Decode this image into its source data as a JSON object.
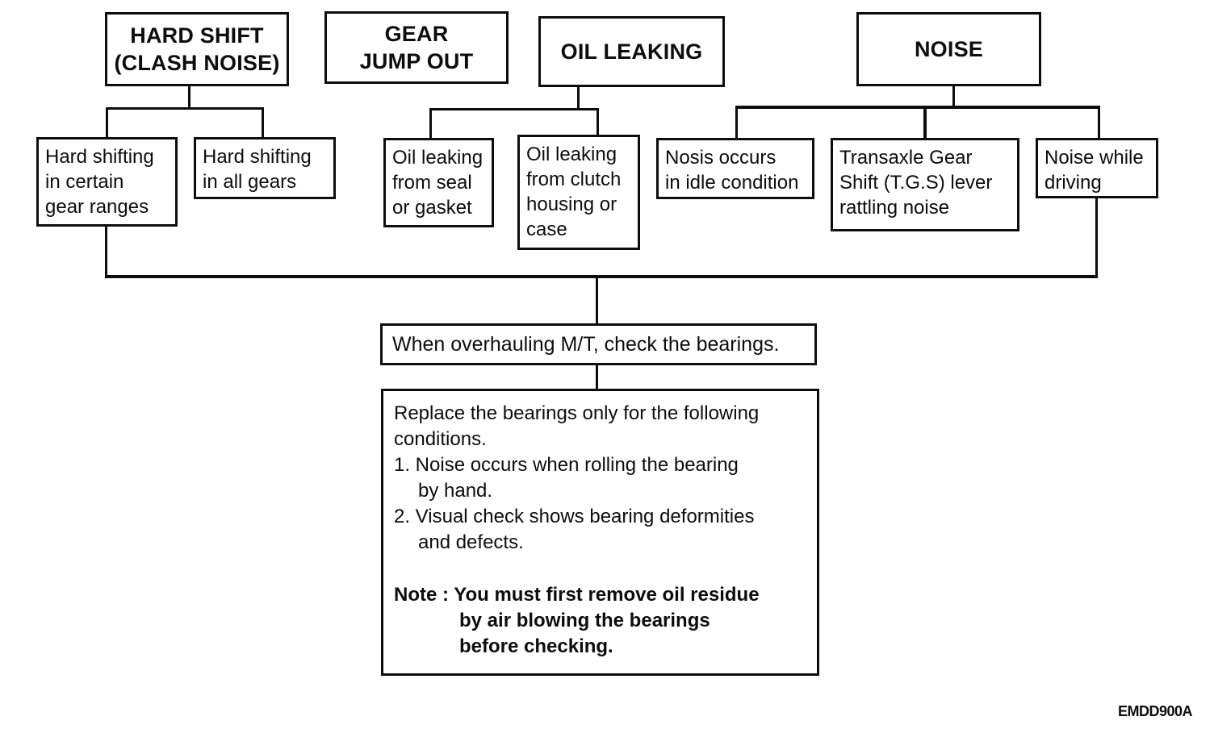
{
  "flowchart": {
    "colors": {
      "ink": "#0d0d0d",
      "background": "#ffffff"
    },
    "top_row": [
      {
        "id": "hard-shift",
        "lines": [
          "HARD SHIFT",
          "(CLASH NOISE)"
        ]
      },
      {
        "id": "gear-jump-out",
        "lines": [
          "GEAR",
          "JUMP OUT"
        ]
      },
      {
        "id": "oil-leaking",
        "lines": [
          "OIL LEAKING"
        ]
      },
      {
        "id": "noise",
        "lines": [
          "NOISE"
        ]
      }
    ],
    "symptom_row": [
      {
        "id": "hard-shift-certain-gears",
        "lines": [
          "Hard shifting",
          "in certain",
          "gear ranges"
        ]
      },
      {
        "id": "hard-shift-all-gears",
        "lines": [
          "Hard shifting",
          "in all gears"
        ]
      },
      {
        "id": "oil-leak-seal-gasket",
        "lines": [
          "Oil leaking",
          "from seal",
          "or gasket"
        ]
      },
      {
        "id": "oil-leak-clutch-housing",
        "lines": [
          "Oil leaking",
          "from clutch",
          "housing or",
          "case"
        ]
      },
      {
        "id": "noise-idle-condition",
        "lines": [
          "Nosis occurs",
          "in idle condition"
        ]
      },
      {
        "id": "noise-tgs-lever",
        "lines": [
          "Transaxle Gear",
          "Shift (T.G.S) lever",
          "rattling noise"
        ]
      },
      {
        "id": "noise-while-driving",
        "lines": [
          "Noise while",
          "driving"
        ]
      }
    ],
    "check_box": {
      "text": "When overhauling M/T, check the bearings."
    },
    "conditions_box": {
      "intro_line1": "Replace the bearings only for the following",
      "intro_line2": "conditions.",
      "item1_line1": "1. Noise occurs when rolling the bearing",
      "item1_line2": "by hand.",
      "item2_line1": "2. Visual check shows bearing deformities",
      "item2_line2": "and defects.",
      "note_line1": "Note : You must first remove oil residue",
      "note_line2": "by air blowing the bearings",
      "note_line3": "before checking."
    },
    "figure_code": "EMDD900A"
  }
}
